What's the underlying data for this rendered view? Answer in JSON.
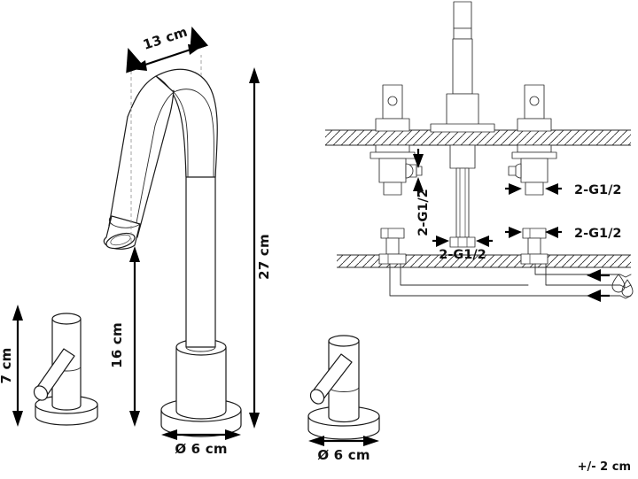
{
  "document": {
    "type": "technical-dimension-drawing",
    "subject": "Two-handle basin mixer tap with curved gooseneck spout",
    "background_color": "#ffffff",
    "line_color": "#1a1a1a",
    "tolerance_note": "+/- 2 cm"
  },
  "dimensions": {
    "spout_reach": "13 cm",
    "total_height": "27 cm",
    "spout_outlet_height": "16 cm",
    "handle_height": "7 cm",
    "base_diameter_main": "Ø 6 cm",
    "base_diameter_handle": "Ø 6 cm"
  },
  "connections": {
    "left_valve_thread": "2-G1/2",
    "center_spout_thread": "2-G1/2",
    "right_valve_thread": "2-G1/2",
    "right_supply_thread": "2-G1/2"
  },
  "icons": {
    "water_drop": "water-drop-icon",
    "flow_arrow": "flow-arrow-icon"
  },
  "views": {
    "left": "elevation-view-faucet-and-handles",
    "right": "installation-section-view"
  }
}
